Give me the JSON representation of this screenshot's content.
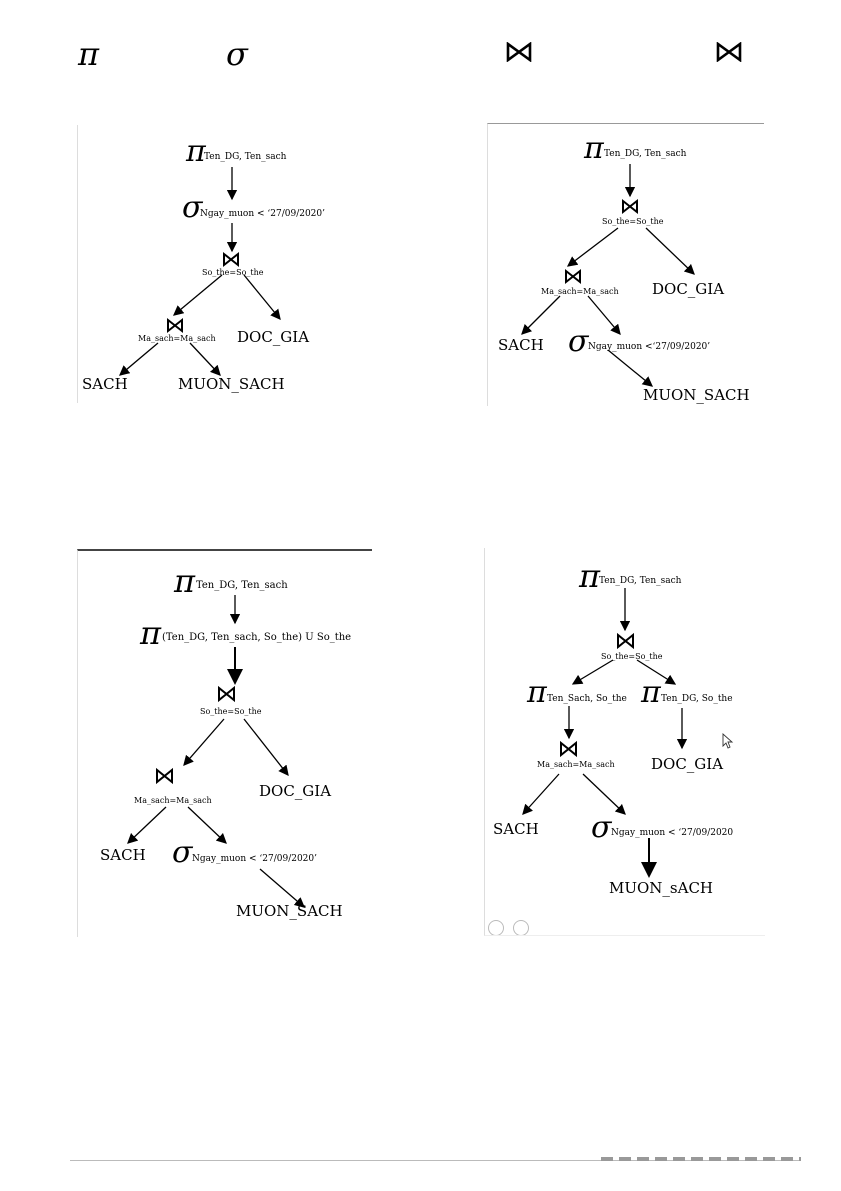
{
  "legend": {
    "pi": "π",
    "sigma": "σ"
  },
  "panel1": {
    "pi_sym": "π",
    "pi_sub": "Ten_DG, Ten_sach",
    "sigma_sym": "σ",
    "sigma_sub": "Ngay_muon < ‘27/09/2020’",
    "join1_label": "So_the=So_the",
    "join2_label": "Ma_sach=Ma_sach",
    "doc_gia": "DOC_GIA",
    "sach": "SACH",
    "muon_sach": "MUON_SACH"
  },
  "panel2": {
    "pi_sym": "π",
    "pi_sub": "Ten_DG, Ten_sach",
    "join1_label": "So_the=So_the",
    "join2_label": "Ma_sach=Ma_sach",
    "doc_gia": "DOC_GIA",
    "sach": "SACH",
    "sigma_sym": "σ",
    "sigma_sub": "Ngay_muon <‘27/09/2020’",
    "muon_sach": "MUON_SACH"
  },
  "panel3": {
    "pi1_sym": "π",
    "pi1_sub": "Ten_DG, Ten_sach",
    "pi2_sym": "π",
    "pi2_sub": "(Ten_DG, Ten_sach, So_the) U So_the",
    "join1_label": "So_the=So_the",
    "join2_label": "Ma_sach=Ma_sach",
    "doc_gia": "DOC_GIA",
    "sach": "SACH",
    "sigma_sym": "σ",
    "sigma_sub": "Ngay_muon < ‘27/09/2020’",
    "muon_sach": "MUON_SACH"
  },
  "panel4": {
    "pi1_sym": "π",
    "pi1_sub": "Ten_DG, Ten_sach",
    "join1_label": "So_the=So_the",
    "pi2_sym": "π",
    "pi2_sub": "Ten_Sach, So_the",
    "pi3_sym": "π",
    "pi3_sub": "Ten_DG, So_the",
    "join2_label": "Ma_sach=Ma_sach",
    "doc_gia": "DOC_GIA",
    "sach": "SACH",
    "sigma_sym": "σ",
    "sigma_sub": "Ngay_muon < ‘27/09/2020",
    "muon_sach": "MUON_sACH"
  }
}
